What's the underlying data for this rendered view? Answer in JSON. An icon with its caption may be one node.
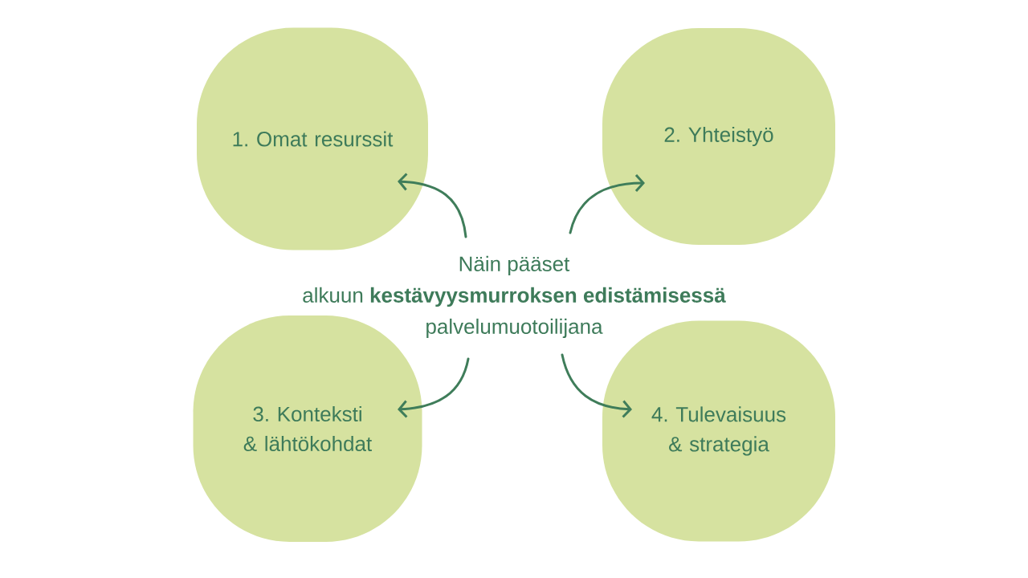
{
  "diagram": {
    "nodes": [
      {
        "text": [
          "Näin pääset alkuun **kestävyysmurroksen edistämisessä** palvelumuotoilijana"
        ]
      },
      {
        "text": [
          "1. Omat resurssit"
        ]
      },
      {
        "text": [
          "2. Yhteistyö"
        ]
      },
      {
        "text": [
          "3. Konteksti & lähtökohdat"
        ]
      },
      {
        "text": [
          "4. Tulevaisuus & strategia"
        ]
      }
    ],
    "edges": [
      {
        "from": 0,
        "to": 1,
        "arrow": "to"
      },
      {
        "from": 0,
        "to": 2,
        "arrow": "to"
      },
      {
        "from": 0,
        "to": 3,
        "arrow": "to"
      },
      {
        "from": 0,
        "to": 4,
        "arrow": "to"
      }
    ]
  }
}
